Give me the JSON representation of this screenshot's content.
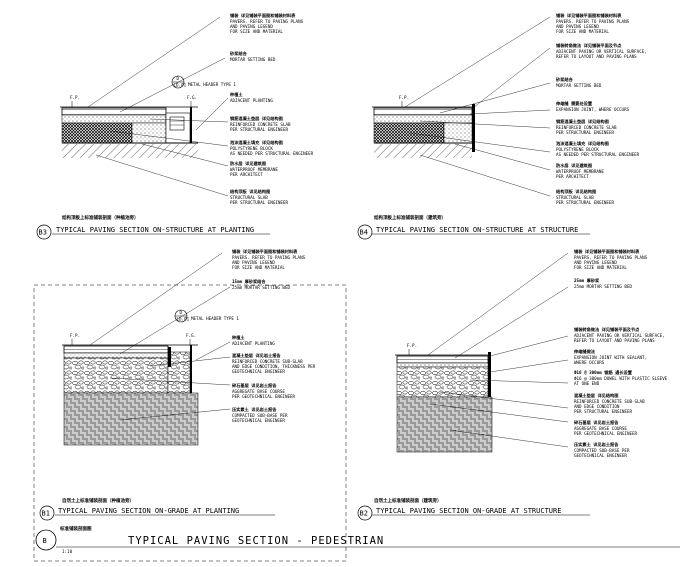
{
  "sheet": {
    "main_title": "TYPICAL PAVING SECTION - PEDESTRIAN",
    "main_title_cn": "标准铺装剖面图",
    "main_marker": "B",
    "main_scale": "1:10"
  },
  "details": [
    {
      "id": "B3",
      "title": "TYPICAL PAVING SECTION ON-STRUCTURE AT PLANTING",
      "title_cn": "结构顶板上标准铺装剖面（种植池旁）",
      "level_left": "F.P.",
      "level_right": "F.G.",
      "ref_top": "D",
      "ref_bottom": "LD.01",
      "ref_label": "METAL HEADER TYPE 1",
      "notes": [
        {
          "cn": "铺装 详见铺装平面图和铺装材料表",
          "en": [
            "PAVERS. REFER TO PAVING PLANS",
            "AND PAVING LEGEND",
            "FOR SIZE AND MATERIAL"
          ]
        },
        {
          "cn": "砂浆结合",
          "en": [
            "MORTAR SETTING BED"
          ]
        },
        {
          "cn": "种植土",
          "en": [
            "ADJACENT PLANTING"
          ]
        },
        {
          "cn": "钢筋混凝土垫层 详见结构图",
          "en": [
            "REINFORCED CONCRETE SLAB",
            "PER STRUCTURAL ENGINEER"
          ]
        },
        {
          "cn": "泡沫混凝土填充 详见结构图",
          "en": [
            "POLYSTYRENE BLOCK",
            "AS NEEDED PER STRUCTURAL ENGINEER"
          ]
        },
        {
          "cn": "防水层 详见建筑图",
          "en": [
            "WATERPROOF MEMBRANE",
            "PER ARCHITECT"
          ]
        },
        {
          "cn": "结构顶板 详见结构图",
          "en": [
            "STRUCTURAL SLAB",
            "PER STRUCTURAL ENGINEER"
          ]
        }
      ]
    },
    {
      "id": "B4",
      "title": "TYPICAL PAVING SECTION ON-STRUCTURE AT STRUCTURE",
      "title_cn": "结构顶板上标准铺装剖面（建筑旁）",
      "level_left": "F.P.",
      "notes": [
        {
          "cn": "铺装 详见铺装平面图和铺装材料表",
          "en": [
            "PAVERS. REFER TO PAVING PLANS",
            "AND PAVING LEGEND",
            "FOR SIZE AND MATERIAL"
          ]
        },
        {
          "cn": "铺装转角做法 详见铺装平面及节点",
          "en": [
            "ADJACENT PAVING OR VERTICAL SURFACE,",
            "REFER TO LAYOUT AND PAVING PLANS"
          ]
        },
        {
          "cn": "砂浆结合",
          "en": [
            "MORTAR SETTING BED"
          ]
        },
        {
          "cn": "伸缩缝 需要处设置",
          "en": [
            "EXPANSION JOINT, WHERE OCCURS"
          ]
        },
        {
          "cn": "钢筋混凝土垫层 详见结构图",
          "en": [
            "REINFORCED CONCRETE SLAB",
            "PER STRUCTURAL ENGINEER"
          ]
        },
        {
          "cn": "泡沫混凝土填充 详见结构图",
          "en": [
            "POLYSTYRENE BLOCK",
            "AS NEEDED PER STRUCTURAL ENGINEER"
          ]
        },
        {
          "cn": "防水层 详见建筑图",
          "en": [
            "WATERPROOF MEMBRANE",
            "PER ARCHITECT"
          ]
        },
        {
          "cn": "结构顶板 详见结构图",
          "en": [
            "STRUCTURAL SLAB",
            "PER STRUCTURAL ENGINEER"
          ]
        }
      ]
    },
    {
      "id": "B1",
      "title": "TYPICAL PAVING SECTION ON-GRADE AT PLANTING",
      "title_cn": "自然土上标准铺装剖面（种植池旁）",
      "level_left": "F.P.",
      "level_right": "F.G.",
      "ref_top": "D",
      "ref_bottom": "LD.01",
      "ref_label": "METAL HEADER TYPE 1",
      "notes": [
        {
          "cn": "铺装 详见铺装平面图和铺装材料表",
          "en": [
            "PAVERS. REFER TO PAVING PLANS",
            "AND PAVING LEGEND",
            "FOR SIZE AND MATERIAL"
          ]
        },
        {
          "cn": "15mm 厚砂浆结合",
          "en": [
            "25mm MORTAR SETTING BED"
          ]
        },
        {
          "cn": "种植土",
          "en": [
            "ADJACENT PLANTING"
          ]
        },
        {
          "cn": "混凝土垫层 详见岩土报告",
          "en": [
            "REINFORCED CONCRETE SUB-SLAB",
            "AND EDGE CONDITION, THICKNESS PER",
            "GEOTECHNICAL ENGINEER"
          ]
        },
        {
          "cn": "碎石基层 详见岩土报告",
          "en": [
            "AGGREGATE BASE COURSE",
            "PER GEOTECHNICAL ENGINEER"
          ]
        },
        {
          "cn": "压实素土 详见岩土报告",
          "en": [
            "COMPACTED SUB-BASE PER",
            "GEOTECHNICAL ENGINEER"
          ]
        }
      ]
    },
    {
      "id": "B2",
      "title": "TYPICAL PAVING SECTION ON-GRADE AT STRUCTURE",
      "title_cn": "自然土上标准铺装剖面（建筑旁）",
      "level_left": "F.P.",
      "notes": [
        {
          "cn": "铺装 详见铺装平面图和铺装材料表",
          "en": [
            "PAVERS, REFER TO PAVING PLANS",
            "AND PAVING LEGEND",
            "FOR SIZE AND MATERIAL"
          ]
        },
        {
          "cn": "25mm 厚砂浆",
          "en": [
            "25mm MORTAR SETTING BED"
          ]
        },
        {
          "cn": "铺装转角做法 详见铺装平面及节点",
          "en": [
            "ADJACENT PAVING OR VERTICAL SURFACE,",
            "REFER TO LAYOUT AND PAVING PLANS"
          ]
        },
        {
          "cn": "伸缩缝做法",
          "en": [
            "EXPANSION JOINT WITH SEALANT,",
            "WHERE OCCURS"
          ]
        },
        {
          "cn": "Ф16 @ 300mm 钢筋 通长设置",
          "en": [
            "Ф16 @ 300mm DOWEL WITH PLASTIC SLEEVE",
            "AT ONE END"
          ]
        },
        {
          "cn": "混凝土垫层 详见结构图",
          "en": [
            "REINFORCED CONCRETE SUB-SLAB",
            "AND EDGE CONDITION",
            "PER STRUCTURAL ENGINEER"
          ]
        },
        {
          "cn": "碎石基层 详见岩土报告",
          "en": [
            "AGGREGATE BASE COURSE",
            "PER GEOTECHNICAL ENGINEER"
          ]
        },
        {
          "cn": "压实素土 详见岩土报告",
          "en": [
            "COMPACTED SUB-BASE PER",
            "GEOTECHNICAL ENGINEER"
          ]
        }
      ]
    }
  ]
}
